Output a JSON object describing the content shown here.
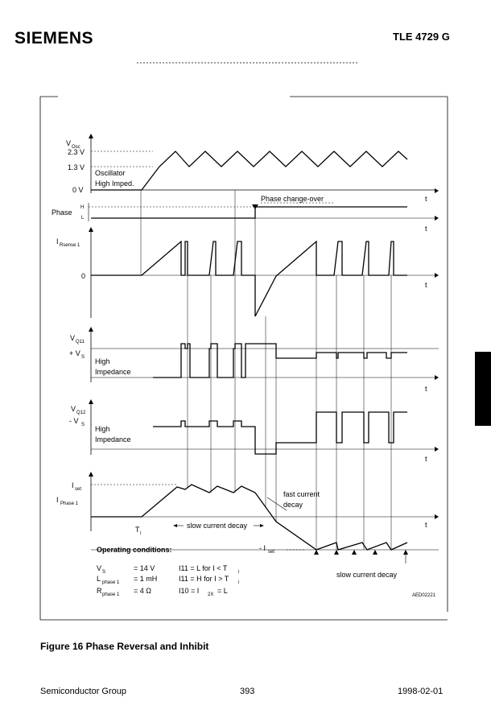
{
  "header": {
    "brand": "SIEMENS",
    "part_number": "TLE 4729 G"
  },
  "diagram": {
    "v_osc_symbol": "V",
    "v_osc_sub": "Osc",
    "level_high": "2.3 V",
    "level_low": "1.3 V",
    "level_zero": "0 V",
    "oscillator_label_1": "Oscillator",
    "oscillator_label_2": "High Imped.",
    "phase_label": "Phase",
    "phase_h": "H",
    "phase_l": "L",
    "phase_change": "Phase change-over",
    "i_sense_symbol": "I",
    "i_sense_sub": "Rsense 1",
    "zero": "0",
    "vq11_symbol": "V",
    "vq11_sub": "Q11",
    "plus_vs": "+ V",
    "vs_sub": "S",
    "high_1": "High",
    "impedance_1": "Impedance",
    "vq12_symbol": "V",
    "vq12_sub": "Q12",
    "minus_vs": "- V",
    "high_2": "High",
    "impedance_2": "Impedance",
    "i_set_symbol": "I",
    "i_set_sub": "set",
    "i_phase_symbol": "I",
    "i_phase_sub": "Phase 1",
    "fast_decay_1": "fast current",
    "fast_decay_2": "decay",
    "slow_decay_1": "slow current decay",
    "slow_decay_2": "slow current decay",
    "t_i_symbol": "T",
    "t_i_sub": "i",
    "minus_i_set_symbol": "- I",
    "minus_i_set_sub": "set",
    "time_axis": "t",
    "operating_conditions": "Operating conditions:",
    "cond_vs_lhs": "V",
    "cond_vs_sub": "S",
    "cond_vs_rhs": "= 14 V",
    "cond_l_lhs": "L",
    "cond_l_sub": "phase 1",
    "cond_l_rhs": "= 1 mH",
    "cond_r_lhs": "R",
    "cond_r_sub": "phase 1",
    "cond_r_rhs": "= 4 Ω",
    "cond_i11_low": "I11  = L for I < T",
    "cond_i11_high": "I11  = H for I > T",
    "cond_i10": "I10  = I",
    "cond_i10_sub": "2X",
    "cond_i10_rhs": "= L",
    "t_sub": "i",
    "figure_id": "AED02221"
  },
  "caption": {
    "text": "Figure 16  Phase Reversal and Inhibit"
  },
  "footer": {
    "left": "Semiconductor Group",
    "page": "393",
    "date": "1998-02-01"
  }
}
